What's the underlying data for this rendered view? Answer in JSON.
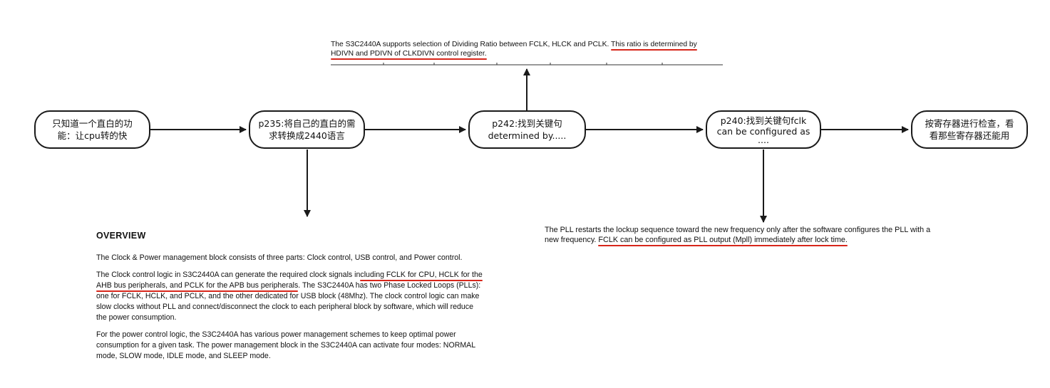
{
  "nodes": {
    "n1": {
      "line1": "只知道一个直白的功",
      "line2": "能：让cpu转的快"
    },
    "n2": {
      "line1": "p235:将自己的直白的需",
      "line2": "求转换成2440语言"
    },
    "n3": {
      "line1": "p242:找到关键句",
      "line2": "determined by....."
    },
    "n4": {
      "line1": "p240:找到关键句fclk",
      "line2": "can be configured as",
      "line3": "...."
    },
    "n5": {
      "line1": "按寄存器进行检查，看",
      "line2": "看那些寄存器还能用"
    }
  },
  "excerpts": {
    "top": {
      "line1_a": "The S3C2440A supports selection of Dividing Ratio between FCLK, HLCK and PCLK. ",
      "line1_b": "This ratio is determined by",
      "line2": "HDIVN and PDIVN of CLKDIVN control register."
    },
    "pll": {
      "line1": "The PLL restarts the lockup sequence toward the new frequency only after the software configures the PLL with a",
      "line2_a": "new frequency. ",
      "line2_b": "FCLK can be configured as PLL output (Mpll) immediately after lock time."
    },
    "overview": {
      "heading": "OVERVIEW",
      "p1": "The Clock & Power management block consists of three parts: Clock control, USB control, and Power control.",
      "p2_l1_a": "The Clock control logic in S3C2440A can generate the required clock signals in",
      "p2_l1_b": "cluding FCLK for CPU, HCLK for the",
      "p2_l2_a": "AHB bus peripherals, and PCLK for the APB bus peripherals",
      "p2_l2_b": ". The S3C2440A has two Phase Locked Loops (PLLs):",
      "p2_l3": "one for FCLK, HCLK, and PCLK, and the other dedicated for USB block (48Mhz). The clock control logic can make",
      "p2_l4": "slow clocks without PLL and connect/disconnect the clock to each peripheral block by software, which will reduce",
      "p2_l5": "the power consumption.",
      "p3_l1": "For the power control logic, the S3C2440A has various power management schemes to keep optimal power",
      "p3_l2": "consumption for a given task. The power management block in the S3C2440A can activate four modes: NORMAL",
      "p3_l3": "mode, SLOW mode, IDLE mode, and SLEEP mode."
    }
  },
  "colors": {
    "stroke": "#1a1a1a",
    "underline": "#d7261a"
  }
}
